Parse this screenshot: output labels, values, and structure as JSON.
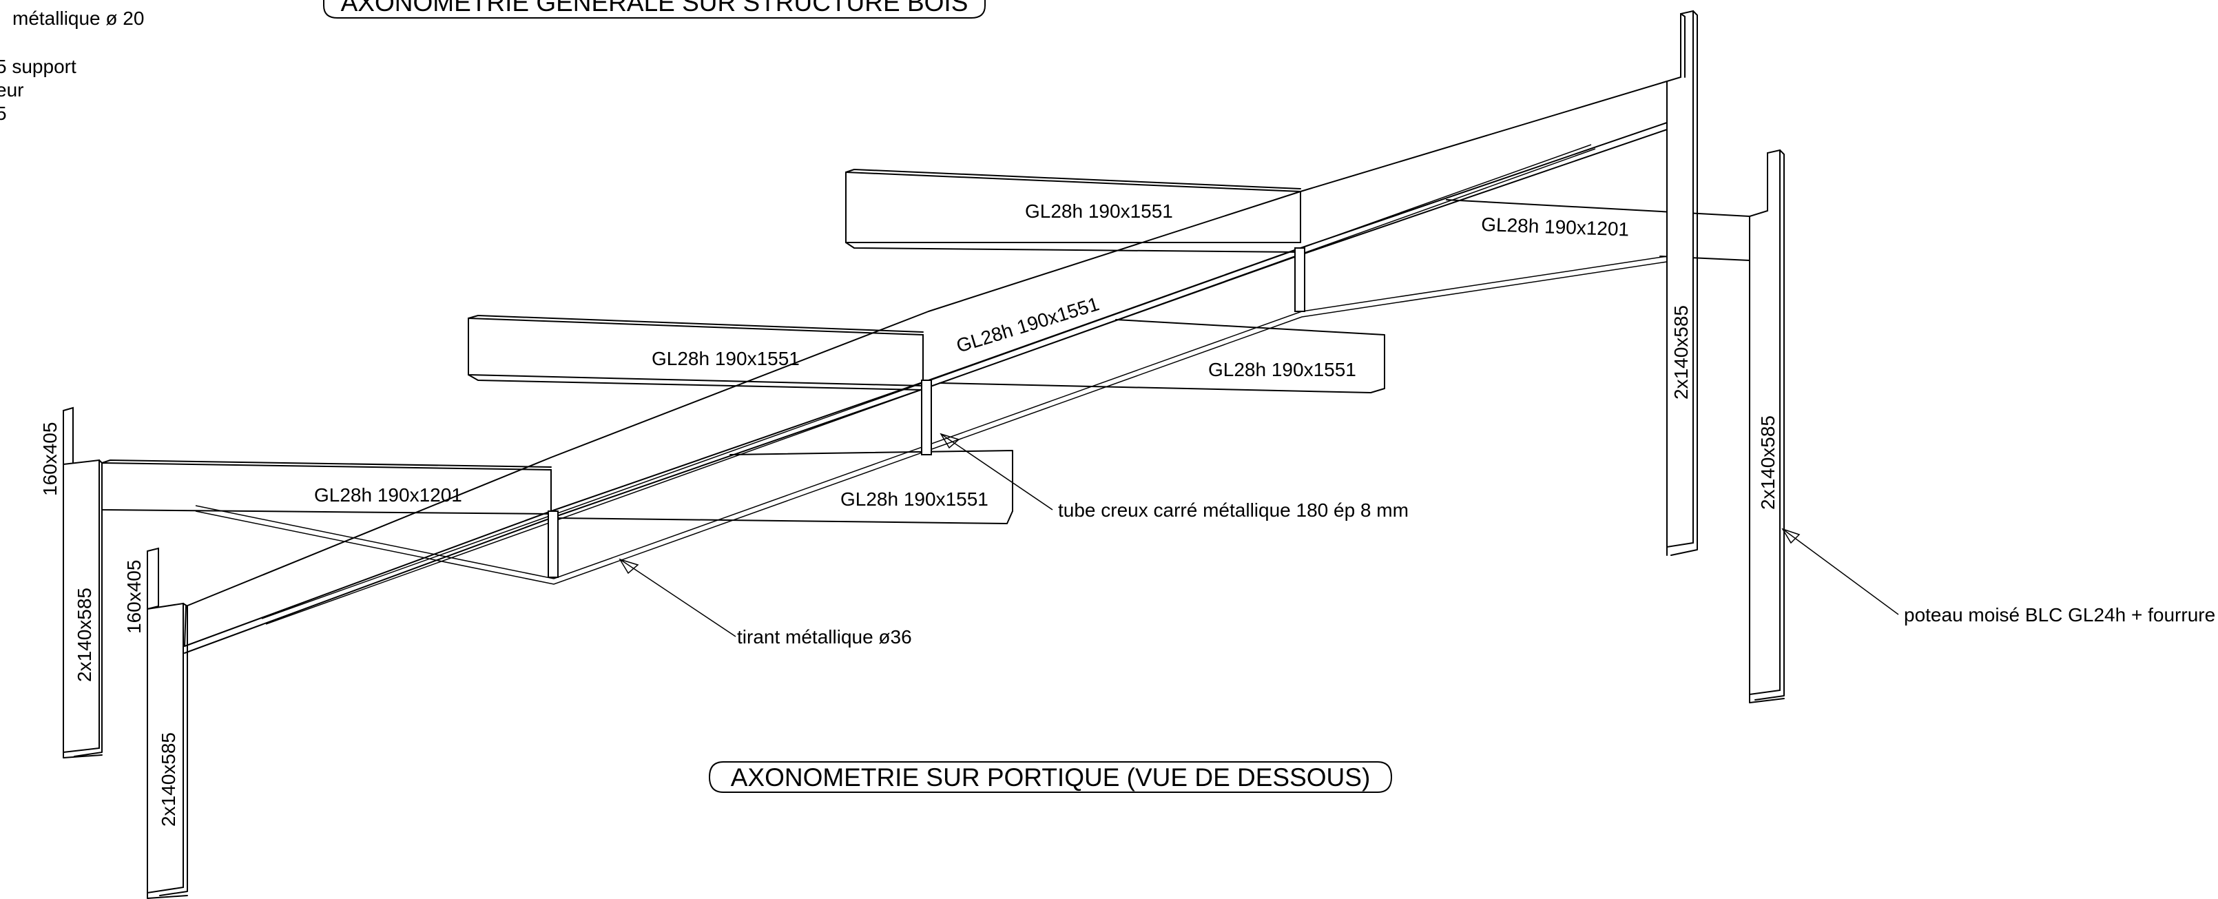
{
  "titles": {
    "top": "AXONOMETRIE GENERALE SUR STRUCTURE BOIS",
    "bottom": "AXONOMETRIE SUR PORTIQUE (VUE DE DESSOUS)"
  },
  "notes": {
    "top_left_line1": "métallique ø 20",
    "top_left_line2": "5 support",
    "top_left_line3": "eur",
    "top_left_line4": "5"
  },
  "beams": {
    "b1": "GL28h 190x1551",
    "b2": "GL28h 190x1201",
    "b3": "GL28h 190x1551",
    "b4": "GL28h 190x1551",
    "b5": "GL28h 190x1551",
    "b6": "GL28h 190x1201",
    "b7": "GL28h 190x1551"
  },
  "columns": {
    "c1": "160x405",
    "c2": "2x140x585",
    "c3": "160x405",
    "c4": "2x140x585",
    "c5": "2x140x585",
    "c6": "2x140x585"
  },
  "callouts": {
    "tube": "tube creux carré métallique 180 ép 8 mm",
    "tirant": "tirant métallique ø36",
    "poteau": "poteau moisé BLC GL24h + fourrure"
  },
  "colors": {
    "ink": "#000000",
    "paper": "#ffffff"
  }
}
